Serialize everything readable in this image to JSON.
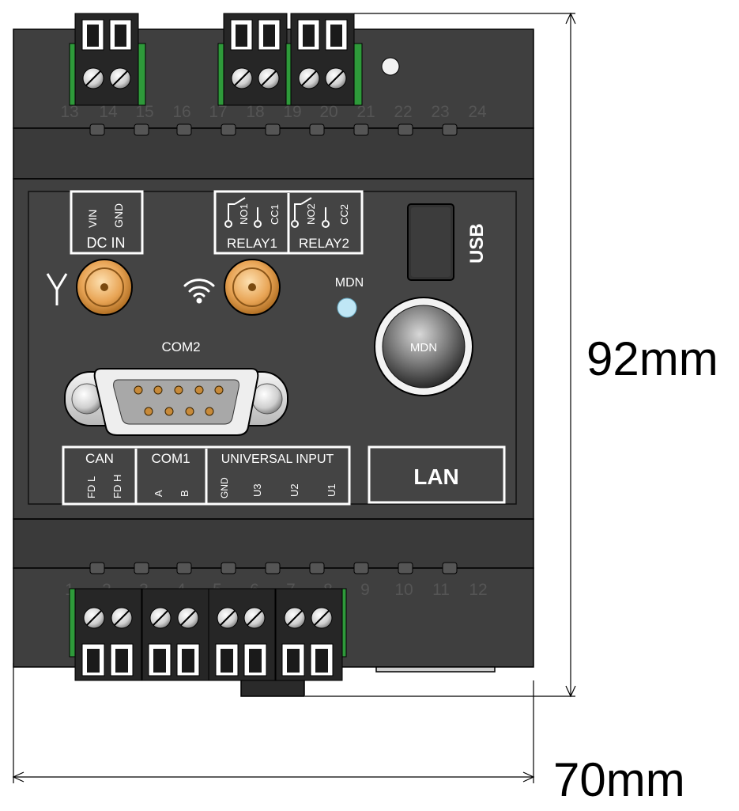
{
  "terminals_top": [
    "13",
    "14",
    "15",
    "16",
    "17",
    "18",
    "19",
    "20",
    "21",
    "22",
    "23",
    "24"
  ],
  "terminals_bottom": [
    "1",
    "2",
    "3",
    "4",
    "5",
    "6",
    "7",
    "8",
    "9",
    "10",
    "11",
    "12"
  ],
  "labels": {
    "dc_in": "DC IN",
    "vin": "VIN",
    "gnd": "GND",
    "relay1": "RELAY1",
    "relay2": "RELAY2",
    "no1": "NO1",
    "cc1": "CC1",
    "no2": "NO2",
    "cc2": "CC2",
    "usb": "USB",
    "mdn_led": "MDN",
    "mdn_button": "MDN",
    "com2": "COM2",
    "can": "CAN",
    "fd_l": "FD L",
    "fd_h": "FD H",
    "com1": "COM1",
    "a": "A",
    "b": "B",
    "universal_input": "UNIVERSAL INPUT",
    "ui_gnd": "GND",
    "u3": "U3",
    "u2": "U2",
    "u1": "U1",
    "lan": "LAN"
  },
  "dimensions": {
    "height": "92mm",
    "width": "70mm"
  },
  "colors": {
    "housing": "#3f3f3f",
    "housing_dark": "#2b2b2b",
    "label_white": "#ffffff",
    "connector_gold": "#e8a455",
    "terminal_green": "#2e9a3a",
    "led_blue": "#bfe6f5",
    "connector_black": "#1c1c1c"
  },
  "icons": [
    "antenna-icon",
    "wifi-icon"
  ]
}
